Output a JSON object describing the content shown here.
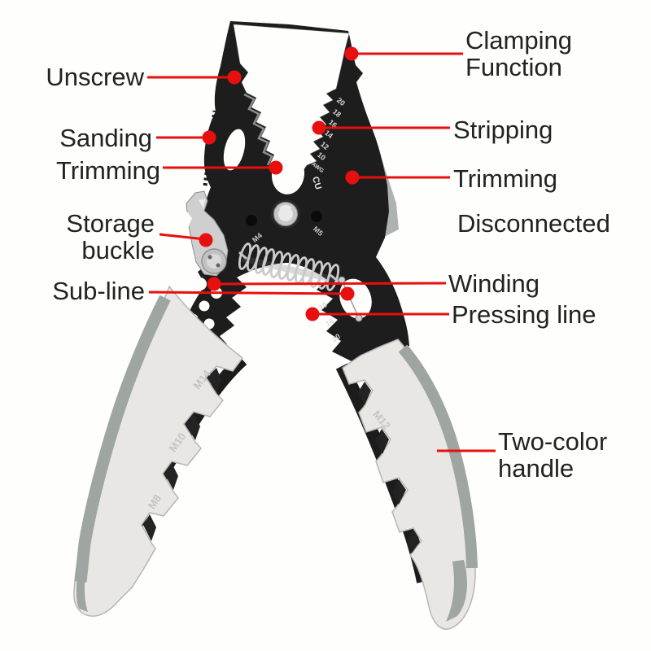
{
  "figure": {
    "type": "annotated-product-photo",
    "subject": "multi-function wire stripper pliers",
    "background_color": "#fefefd",
    "accent_red": "#e8100e",
    "label_text_color": "#222222",
    "tool_black": "#1d1d1d",
    "handle_gray": "#9fa5a1"
  },
  "annotations": {
    "left": [
      {
        "id": "unscrew",
        "label": "Unscrew"
      },
      {
        "id": "sanding",
        "label": "Sanding"
      },
      {
        "id": "trimming_left",
        "label": "Trimming"
      },
      {
        "id": "storage_buckle",
        "label": "Storage buckle"
      },
      {
        "id": "sub_line",
        "label": "Sub-line"
      }
    ],
    "right": [
      {
        "id": "clamping_function",
        "label": "Clamping Function"
      },
      {
        "id": "stripping",
        "label": "Stripping"
      },
      {
        "id": "trimming_right",
        "label": "Trimming"
      },
      {
        "id": "disconnected",
        "label": "Disconnected"
      },
      {
        "id": "winding",
        "label": "Winding"
      },
      {
        "id": "pressing_line",
        "label": "Pressing line"
      },
      {
        "id": "two_color_handle",
        "label": "Two-color handle"
      }
    ]
  },
  "tool_markings": {
    "awg_scale": [
      "20",
      "18",
      "16",
      "14",
      "12",
      "10",
      "AWG"
    ],
    "cu_label": "CU",
    "pivot_screw_left": "M4",
    "pivot_screw_right": "M5",
    "crimp_scale": [
      "10",
      "16",
      "20"
    ],
    "left_handle_sizes": [
      "M14",
      "M10",
      "M8"
    ],
    "right_handle_sizes": [
      "M12"
    ]
  }
}
